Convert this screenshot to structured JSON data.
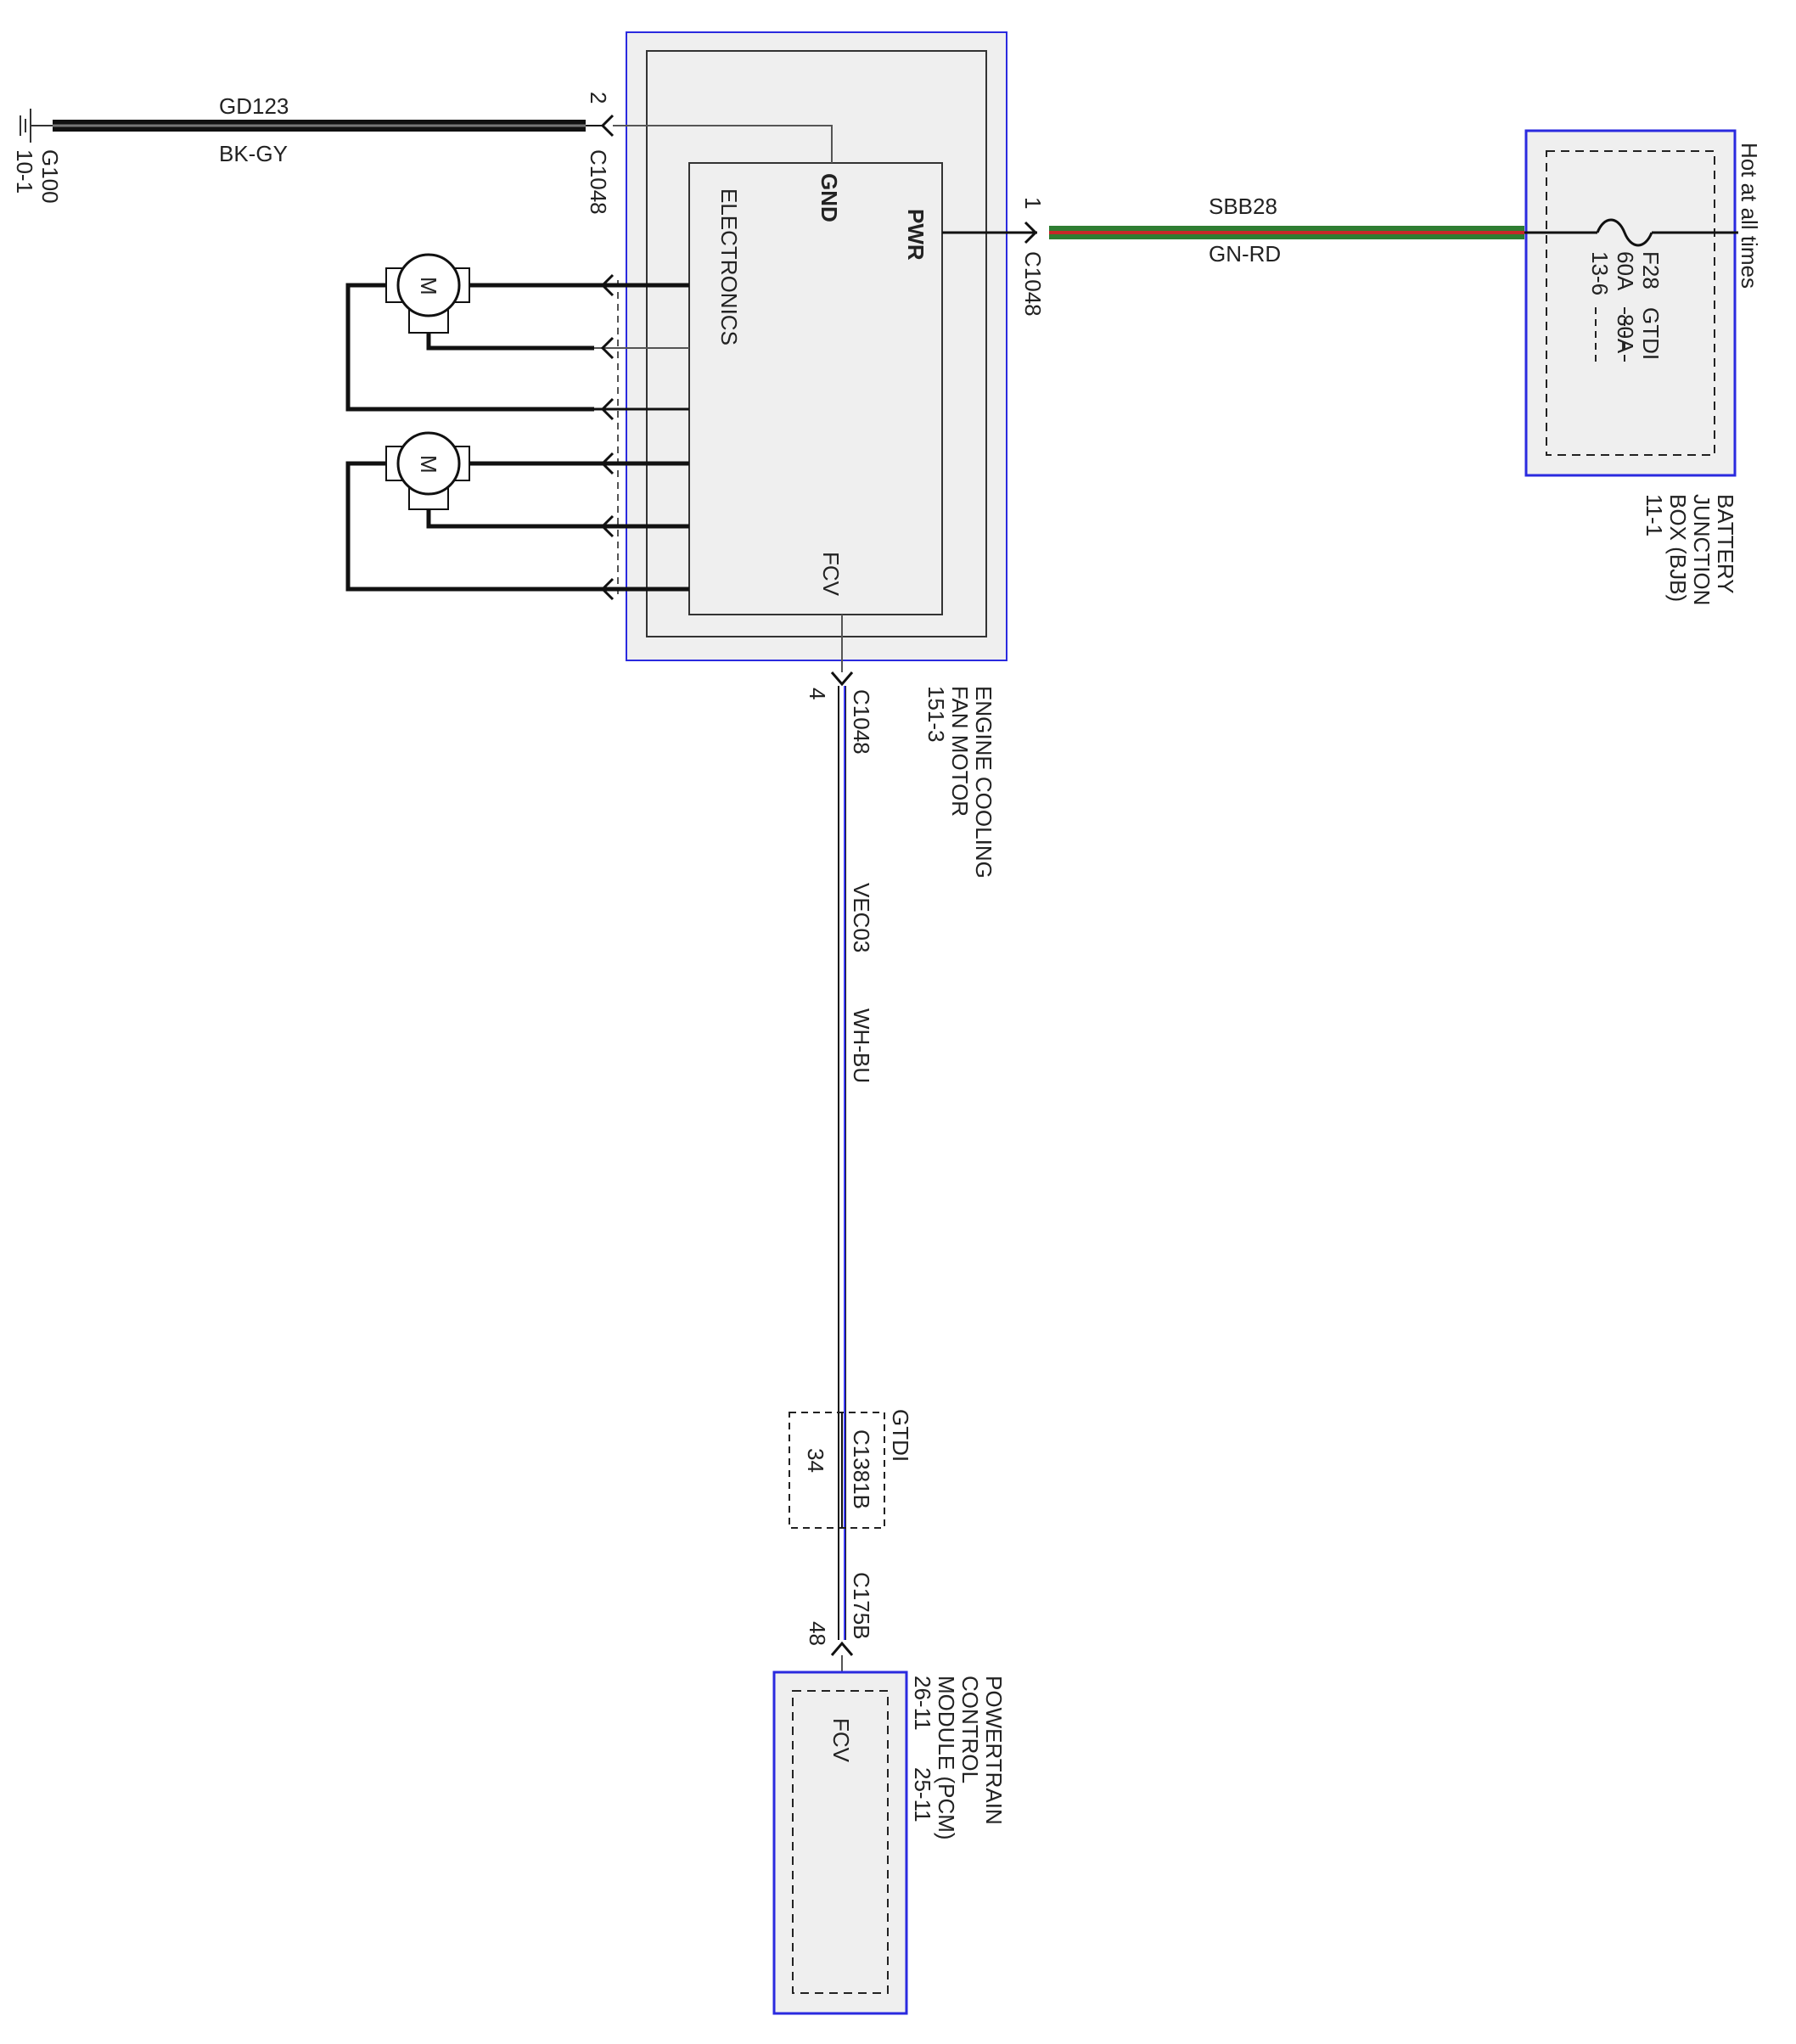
{
  "colors": {
    "box_border": "#2a2adf",
    "box_fill": "#efefef",
    "wire_black": "#111111",
    "wire_green": "#2e7d32",
    "wire_red": "#c62828",
    "wire_blue": "#3a3aff",
    "thin_line": "#555555"
  },
  "ground": {
    "name": "G100",
    "ref": "10-1",
    "icon": "ground-symbol-icon"
  },
  "wire_ground": {
    "circuit": "GD123",
    "color": "BK-GY"
  },
  "connector_ground": {
    "pin": "2",
    "name": "C1048"
  },
  "fan_module": {
    "title_line1": "ENGINE COOLING",
    "title_line2": "FAN MOTOR",
    "ref": "151-3",
    "pin_gnd": "GND",
    "pin_pwr": "PWR",
    "pin_fcv": "FCV",
    "electronics": "ELECTRONICS",
    "motor_label": "M"
  },
  "connector_power": {
    "pin": "1",
    "name": "C1048"
  },
  "wire_power": {
    "circuit": "SBB28",
    "color": "GN-RD"
  },
  "bjb": {
    "title_line1": "BATTERY",
    "title_line2": "JUNCTION",
    "title_line3": "BOX (BJB)",
    "ref": "11-1",
    "hot_label": "Hot at all times",
    "fuse_name": "F28",
    "fuse_rating": "60A",
    "fuse_ref": "13-6",
    "alt_tag": "GTDI",
    "alt_rating": "80A"
  },
  "connector_fcv": {
    "pin": "4",
    "name": "C1048"
  },
  "wire_signal": {
    "circuit": "VEC03",
    "color": "WH-BU"
  },
  "inline_connector": {
    "pin": "34",
    "name": "C1381B",
    "tag": "GTDI"
  },
  "connector_pcm": {
    "pin": "48",
    "name": "C175B"
  },
  "pcm": {
    "title_line1": "POWERTRAIN",
    "title_line2": "CONTROL",
    "title_line3": "MODULE (PCM)",
    "ref1": "26-11",
    "ref2": "25-11",
    "pin_fcv": "FCV"
  }
}
